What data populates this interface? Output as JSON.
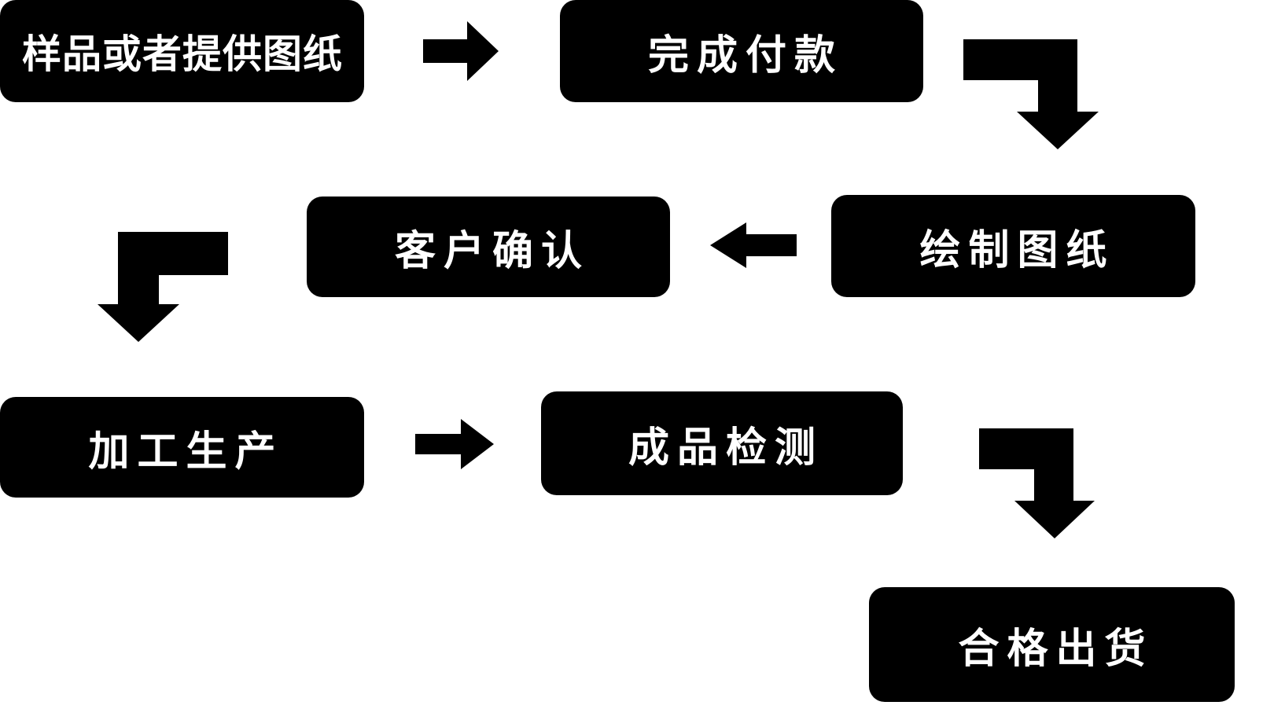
{
  "diagram": {
    "type": "flowchart",
    "colors": {
      "node_background": "#000000",
      "node_text": "#ffffff",
      "arrow": "#000000",
      "canvas_background": "#ffffff"
    },
    "nodes": [
      {
        "id": "sample",
        "label": "样品或者提供图纸"
      },
      {
        "id": "payment",
        "label": "完成付款"
      },
      {
        "id": "draw",
        "label": "绘制图纸"
      },
      {
        "id": "confirm",
        "label": "客户确认"
      },
      {
        "id": "production",
        "label": "加工生产"
      },
      {
        "id": "inspection",
        "label": "成品检测"
      },
      {
        "id": "shipment",
        "label": "合格出货"
      }
    ],
    "arrows": [
      {
        "id": "arrow-1",
        "direction": "right",
        "from": "sample",
        "to": "payment"
      },
      {
        "id": "arrow-2",
        "direction": "right-then-down",
        "from": "payment",
        "to": "draw"
      },
      {
        "id": "arrow-3",
        "direction": "left",
        "from": "draw",
        "to": "confirm"
      },
      {
        "id": "arrow-4",
        "direction": "left-then-down",
        "from": "confirm",
        "to": "production"
      },
      {
        "id": "arrow-5",
        "direction": "right",
        "from": "production",
        "to": "inspection"
      },
      {
        "id": "arrow-6",
        "direction": "right-then-down",
        "from": "inspection",
        "to": "shipment"
      }
    ]
  }
}
